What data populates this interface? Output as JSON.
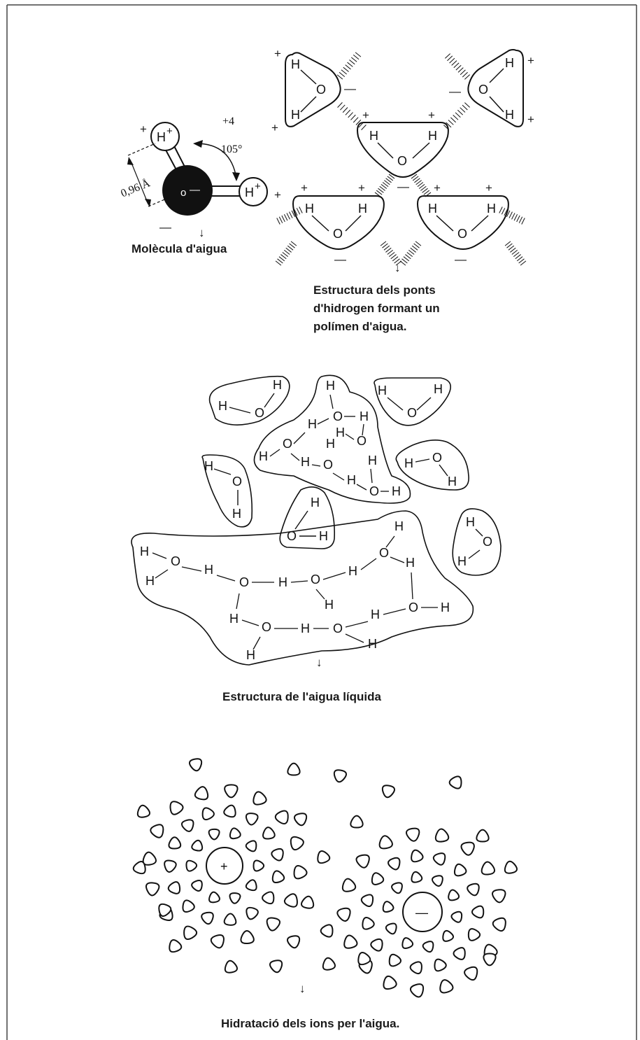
{
  "molecule": {
    "caption": "Molècula d'aigua",
    "h_label": "H",
    "h_sup": "+",
    "o_label": "o",
    "o_sup": "—",
    "charge_top": "+4",
    "angle": "105°",
    "bond_length": "0,96 Å",
    "plus": "+",
    "minus": "—",
    "arrow": "↓"
  },
  "polymer": {
    "caption_lines": [
      "Estructura dels ponts",
      "d'hidrogen formant un",
      "polímen d'aigua."
    ],
    "h": "H",
    "o": "O",
    "plus": "+",
    "minus": "—",
    "arrow": "↓"
  },
  "liquid": {
    "caption": "Estructura de l'aigua líquida",
    "h": "H",
    "o": "O",
    "dash": "—",
    "arrow": "↓"
  },
  "hydration": {
    "caption": "Hidratació dels ions per l'aigua.",
    "cation": "+",
    "anion": "—",
    "arrow": "↓"
  }
}
